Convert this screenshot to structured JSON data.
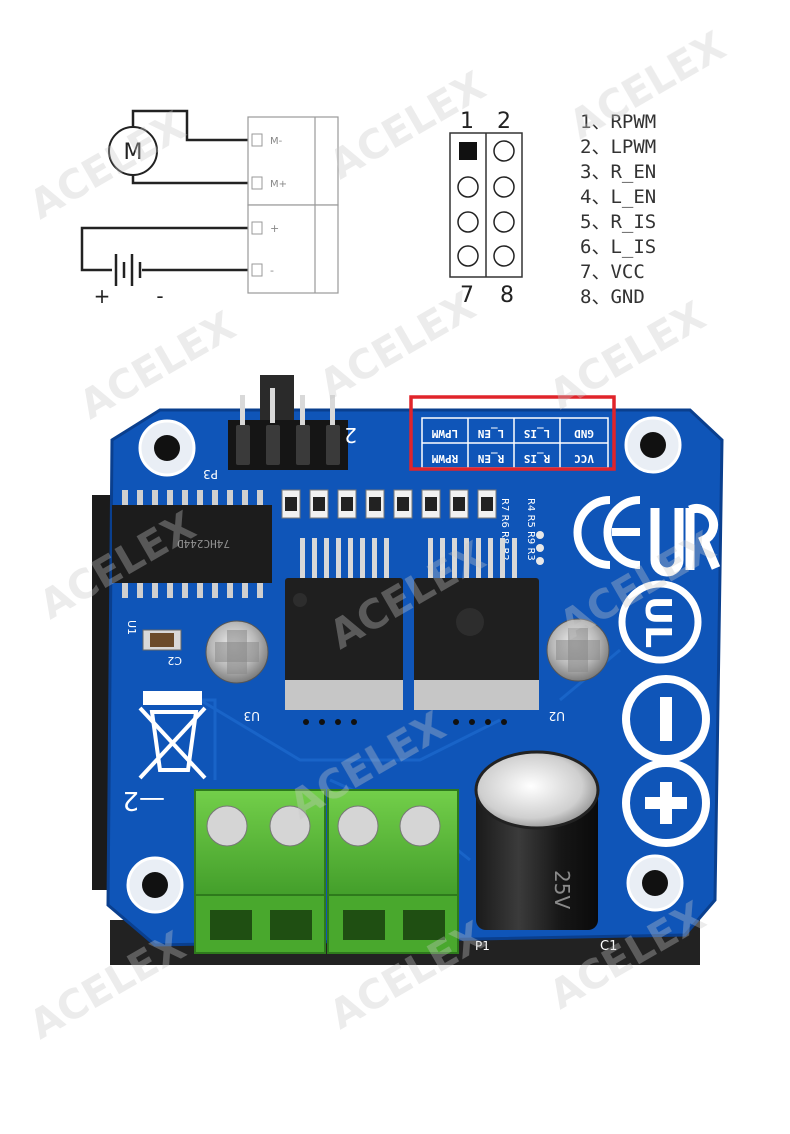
{
  "wiring_diagram": {
    "motor_symbol": "M",
    "terminal_labels": [
      "M-",
      "M+",
      "+",
      "-"
    ],
    "battery_polarity": [
      "+",
      "-"
    ]
  },
  "header_diagram": {
    "top_numbers": [
      "1",
      "2"
    ],
    "bottom_numbers": [
      "7",
      "8"
    ]
  },
  "pinout": [
    "1、RPWM",
    "2、LPWM",
    "3、R_EN",
    "4、L_EN",
    "5、R_IS",
    "6、L_IS",
    "7、VCC",
    "8、GND"
  ],
  "board": {
    "header_labels_top": [
      "LPWM",
      "L_EN",
      "L_IS",
      "GND"
    ],
    "header_labels_bottom": [
      "RPWM",
      "R_EN",
      "R_IS",
      "VCC"
    ],
    "ic_text": "74HC244D",
    "ref_c2": "C2",
    "ref_u3": "U3",
    "ref_u2": "U2",
    "ref_c1": "C1",
    "ref_p1": "P1",
    "ref_p3": "P3",
    "ref_u1": "U1",
    "resistors_a": "R7 R6 R8 R2",
    "resistors_b": "R4 R5 R9 R3",
    "silk_num": "2",
    "cap_text": "25V"
  },
  "watermark": "ACELEX",
  "colors": {
    "pcb_blue": "#0f55b8",
    "terminal_green": "#5fbf3a",
    "highlight_red": "#e0242a"
  }
}
